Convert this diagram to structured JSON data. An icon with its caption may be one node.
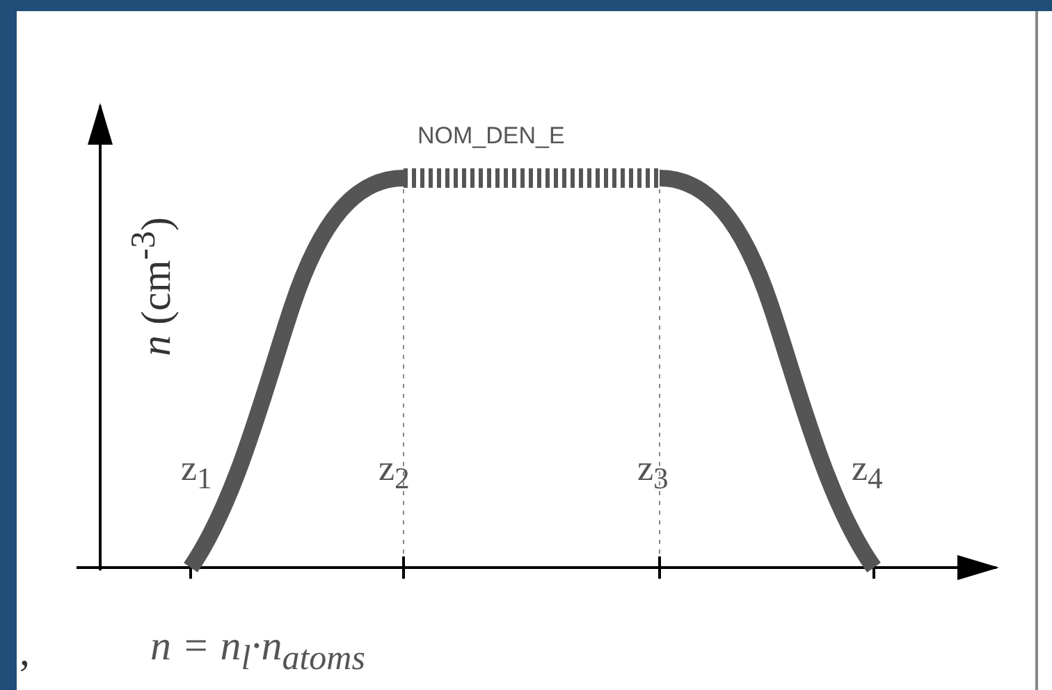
{
  "diagram": {
    "labels": [
      "NOM_DEN_E",
      "*n* (cm$^{-3}$)",
      "z$_{1}$",
      "z$_{2}$",
      "z$_{3}$",
      "z$_{4}$",
      ",",
      "n = n$_{l}$·n$_{atoms}$"
    ]
  }
}
